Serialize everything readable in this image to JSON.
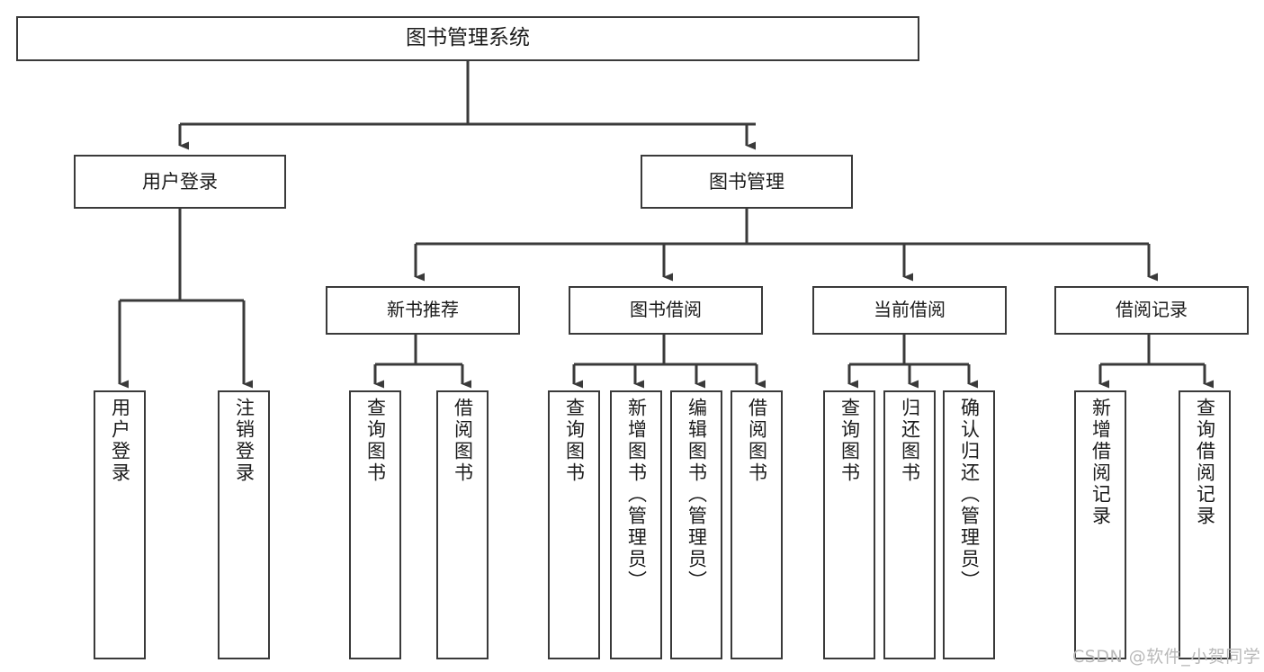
{
  "diagram": {
    "title": "图书管理系统",
    "type": "tree-hierarchy",
    "orientation": "top-down",
    "colors": {
      "stroke": "#3a3a3a",
      "fill": "#ffffff",
      "text": "#1b1b1b",
      "watermark": "#b9b9b9"
    },
    "watermark": "CSDN @软件_小贺同学"
  },
  "nodes": {
    "root": {
      "label": "图书管理系统"
    },
    "level1": [
      {
        "id": "user-login",
        "label": "用户登录"
      },
      {
        "id": "book-manage",
        "label": "图书管理"
      }
    ],
    "level2": [
      {
        "id": "new-book-recommend",
        "label": "新书推荐"
      },
      {
        "id": "book-borrow",
        "label": "图书借阅"
      },
      {
        "id": "current-borrow",
        "label": "当前借阅"
      },
      {
        "id": "borrow-record",
        "label": "借阅记录"
      }
    ],
    "leaves": {
      "user-login": [
        {
          "id": "leaf-user-login",
          "label": "用户登录"
        },
        {
          "id": "leaf-logout-login",
          "label": "注销登录"
        }
      ],
      "new-book-recommend": [
        {
          "id": "leaf-query-book-1",
          "label": "查询图书"
        },
        {
          "id": "leaf-borrow-book-1",
          "label": "借阅图书"
        }
      ],
      "book-borrow": [
        {
          "id": "leaf-query-book-2",
          "label": "查询图书"
        },
        {
          "id": "leaf-add-book",
          "label": "新增图书（管理员）"
        },
        {
          "id": "leaf-edit-book",
          "label": "编辑图书（管理员）"
        },
        {
          "id": "leaf-borrow-book-2",
          "label": "借阅图书"
        }
      ],
      "current-borrow": [
        {
          "id": "leaf-query-book-3",
          "label": "查询图书"
        },
        {
          "id": "leaf-return-book",
          "label": "归还图书"
        },
        {
          "id": "leaf-confirm-return",
          "label": "确认归还（管理员）"
        }
      ],
      "borrow-record": [
        {
          "id": "leaf-add-record",
          "label": "新增借阅记录"
        },
        {
          "id": "leaf-query-record",
          "label": "查询借阅记录"
        }
      ]
    }
  }
}
